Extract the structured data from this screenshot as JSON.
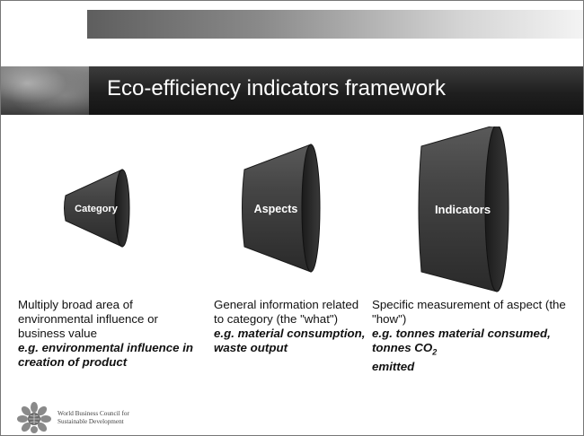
{
  "slide": {
    "title": "Eco-efficiency indicators framework"
  },
  "diagram": {
    "nodes": [
      {
        "label": "Category",
        "description": "Multiply broad area of environmental influence or business value",
        "example": "e.g. environmental influence in creation of product"
      },
      {
        "label": "Aspects",
        "description": "General information related to category (the \"what\")",
        "example": "e.g. material consumption, waste output"
      },
      {
        "label": "Indicators",
        "description": "Specific measurement of aspect  (the \"how\")",
        "example_prefix": "e.g. tonnes material consumed, tonnes CO",
        "example_subscript": "2",
        "example_suffix": "emitted"
      }
    ]
  },
  "logo": {
    "line1": "World Business Council for",
    "line2": "Sustainable Development"
  },
  "colors": {
    "cone_fill": "#3a3a3a",
    "cone_face": "#1e1e1e",
    "title_band": "#1f1f1f"
  }
}
